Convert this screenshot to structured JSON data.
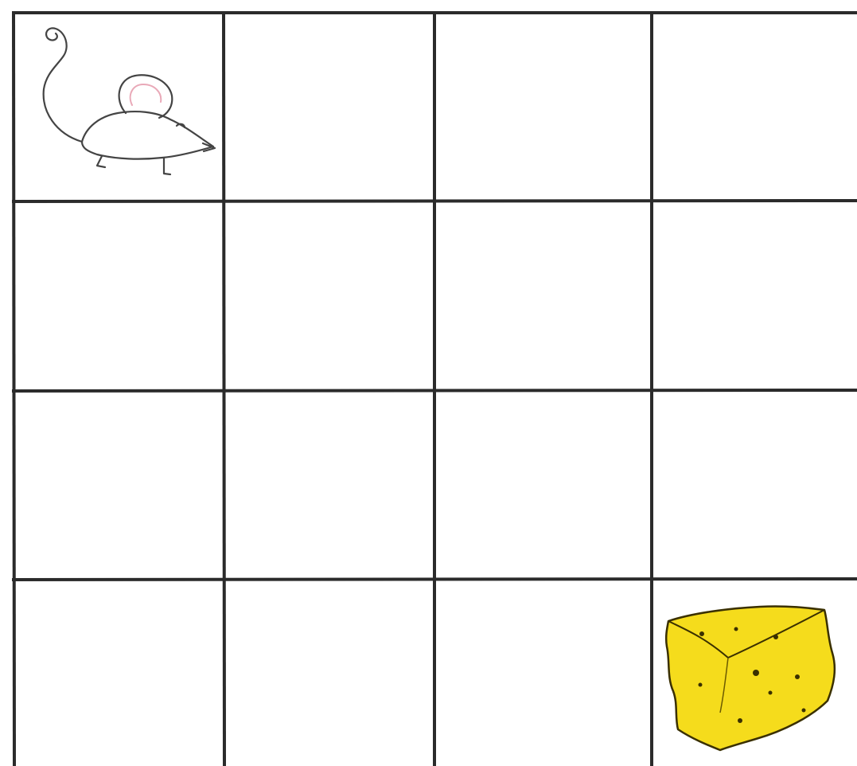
{
  "board": {
    "rows": 4,
    "cols": 4,
    "line_color": "#2b2b2b",
    "background": "#ffffff"
  },
  "pieces": [
    {
      "name": "mouse",
      "icon": "mouse-icon",
      "row": 1,
      "col": 1,
      "outline_color": "#444444",
      "ear_color": "#e9a9b8"
    },
    {
      "name": "cheese",
      "icon": "cheese-icon",
      "row": 4,
      "col": 4,
      "fill_color": "#f5dc1c",
      "outline_color": "#3a3000"
    }
  ]
}
